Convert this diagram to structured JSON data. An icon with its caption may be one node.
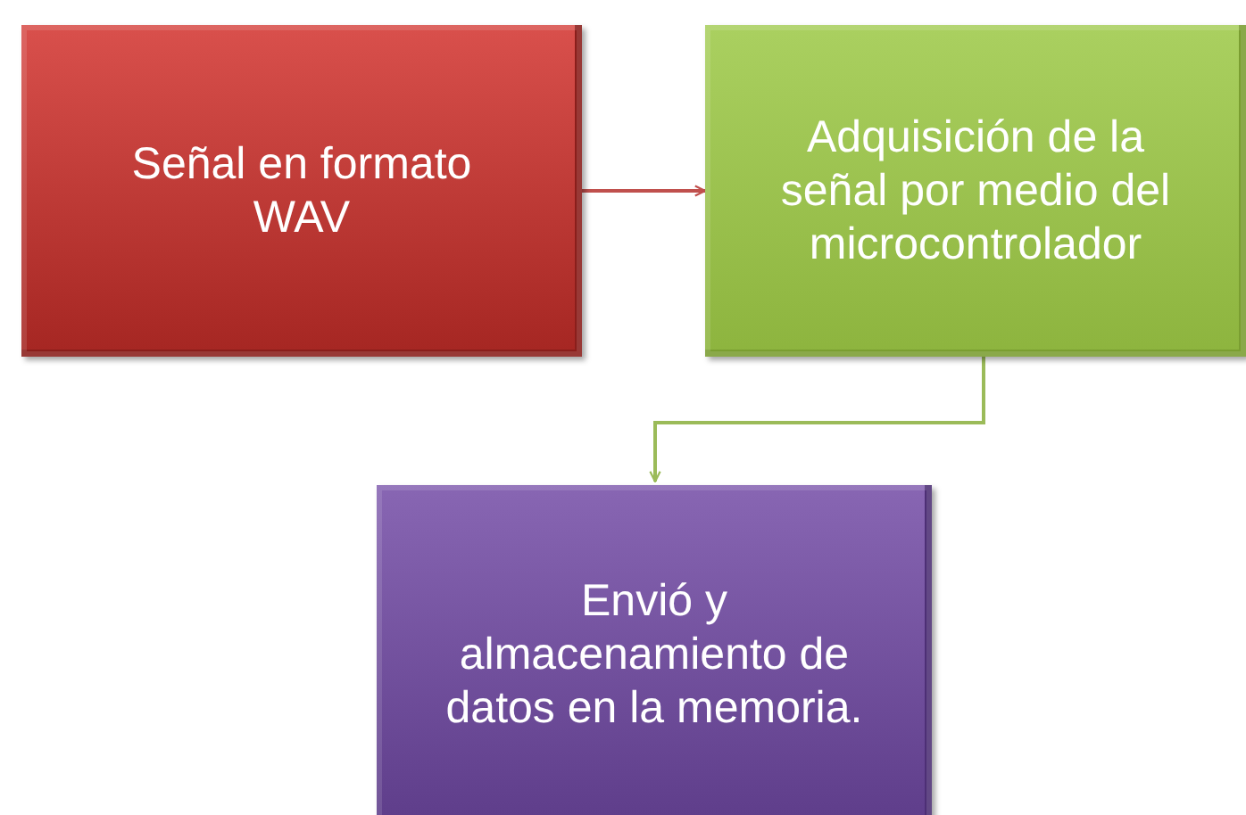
{
  "diagram": {
    "nodes": [
      {
        "text": [
          "Señal en formato WAV"
        ]
      },
      {
        "text": [
          "Adquisición de la señal por medio del microcontrolador"
        ]
      },
      {
        "text": [
          "Envió y almacenamiento de datos en la memoria."
        ]
      }
    ],
    "edges": [
      {
        "from": 0,
        "to": 1,
        "arrow": "to",
        "color": "#c0504d"
      },
      {
        "from": 1,
        "to": 2,
        "arrow": "to",
        "color": "#9bbb59"
      }
    ]
  }
}
